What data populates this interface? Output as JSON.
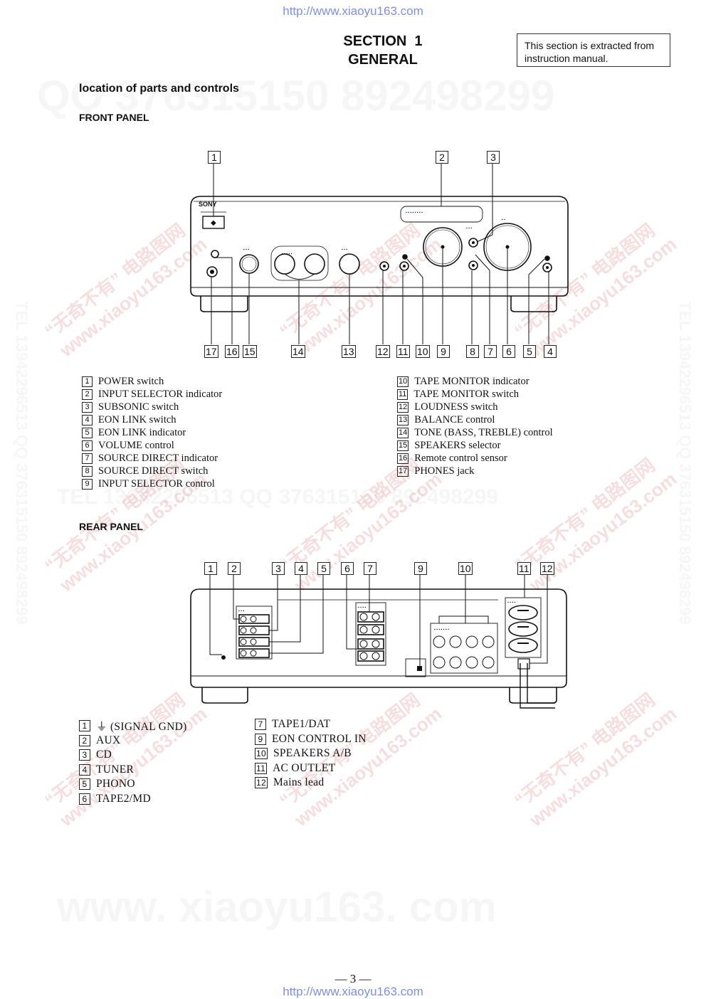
{
  "header": {
    "url_top": "http://www.xiaoyu163.com",
    "url_bottom": "http://www.xiaoyu163.com"
  },
  "section": {
    "line1": "SECTION  1",
    "line2": "GENERAL"
  },
  "note": "This section is extracted from instruction manual.",
  "headings": {
    "main": "location of parts and controls",
    "front": "FRONT PANEL",
    "rear": "REAR PANEL"
  },
  "watermarks": {
    "qq": "QQ 376315150   892498299",
    "tel": "TEL 13942296513   QQ 376315150   892498299",
    "site": "www. xiaoyu163. com",
    "red_cn": "“无奇不有” 电路图网",
    "red_site": "www.xiaoyu163.com",
    "side": "TEL 13942296513  QQ 376315150  892498299"
  },
  "front_diagram": {
    "brand": "SONY",
    "top_callouts": [
      "1",
      "2",
      "3"
    ],
    "bottom_callouts": [
      "17",
      "16",
      "15",
      "14",
      "13",
      "12",
      "11",
      "10",
      "9",
      "8",
      "7",
      "6",
      "5",
      "4"
    ]
  },
  "front_items": [
    {
      "n": "1",
      "label": "POWER switch"
    },
    {
      "n": "2",
      "label": "INPUT SELECTOR indicator"
    },
    {
      "n": "3",
      "label": "SUBSONIC switch"
    },
    {
      "n": "4",
      "label": "EON LINK switch"
    },
    {
      "n": "5",
      "label": "EON LINK indicator"
    },
    {
      "n": "6",
      "label": "VOLUME control"
    },
    {
      "n": "7",
      "label": "SOURCE DIRECT indicator"
    },
    {
      "n": "8",
      "label": "SOURCE DIRECT switch"
    },
    {
      "n": "9",
      "label": "INPUT SELECTOR control"
    },
    {
      "n": "10",
      "label": "TAPE MONITOR indicator"
    },
    {
      "n": "11",
      "label": "TAPE MONITOR switch"
    },
    {
      "n": "12",
      "label": "LOUDNESS switch"
    },
    {
      "n": "13",
      "label": "BALANCE control"
    },
    {
      "n": "14",
      "label": "TONE (BASS, TREBLE) control"
    },
    {
      "n": "15",
      "label": "SPEAKERS selector"
    },
    {
      "n": "16",
      "label": "Remote control sensor"
    },
    {
      "n": "17",
      "label": "PHONES jack"
    }
  ],
  "rear_diagram": {
    "callouts": [
      "1",
      "2",
      "3",
      "4",
      "5",
      "6",
      "7",
      "9",
      "10",
      "11",
      "12"
    ]
  },
  "rear_items": [
    {
      "n": "1",
      "label": "⏚ (SIGNAL GND)"
    },
    {
      "n": "2",
      "label": "AUX"
    },
    {
      "n": "3",
      "label": "CD"
    },
    {
      "n": "4",
      "label": "TUNER"
    },
    {
      "n": "5",
      "label": "PHONO"
    },
    {
      "n": "6",
      "label": "TAPE2/MD"
    },
    {
      "n": "7",
      "label": "TAPE1/DAT"
    },
    {
      "n": "9",
      "label": "EON CONTROL IN"
    },
    {
      "n": "10",
      "label": "SPEAKERS A/B"
    },
    {
      "n": "11",
      "label": "AC OUTLET"
    },
    {
      "n": "12",
      "label": "Mains lead"
    }
  ],
  "page_number": "— 3 —"
}
